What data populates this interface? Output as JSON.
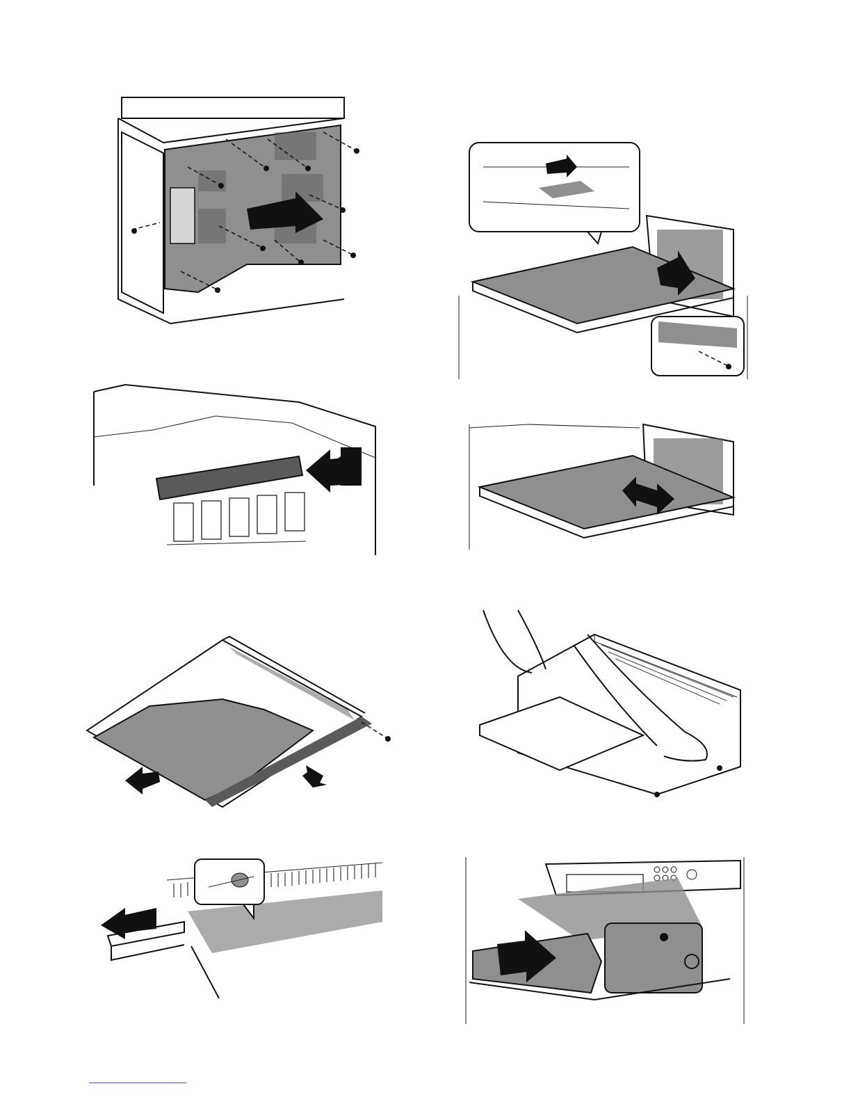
{
  "page": {
    "footer_text": ""
  },
  "figures": [
    {
      "id": "fig-1",
      "subject": "rear-cover-with-screws",
      "icon": "arrow-push-icon"
    },
    {
      "id": "fig-2",
      "subject": "tray-slide-in-with-callouts",
      "icon": "arrow-push-icon"
    },
    {
      "id": "fig-3",
      "subject": "upper-frame-bracket",
      "icon": "arrow-push-icon"
    },
    {
      "id": "fig-4",
      "subject": "tray-slide-bidirectional",
      "icon": "arrow-bidirectional-icon"
    },
    {
      "id": "fig-5",
      "subject": "paper-tray-removal-screw",
      "icon": "arrow-pull-icon"
    },
    {
      "id": "fig-6",
      "subject": "unit-lifted-by-hands",
      "icon": "hands-icon"
    },
    {
      "id": "fig-7",
      "subject": "rail-with-callout",
      "icon": "arrow-pull-icon"
    },
    {
      "id": "fig-8",
      "subject": "unit-insert-into-machine",
      "icon": "arrow-push-icon"
    }
  ],
  "colors": {
    "shade": "#8f8f8f",
    "line": "#111111",
    "link": "#3a57c4"
  }
}
